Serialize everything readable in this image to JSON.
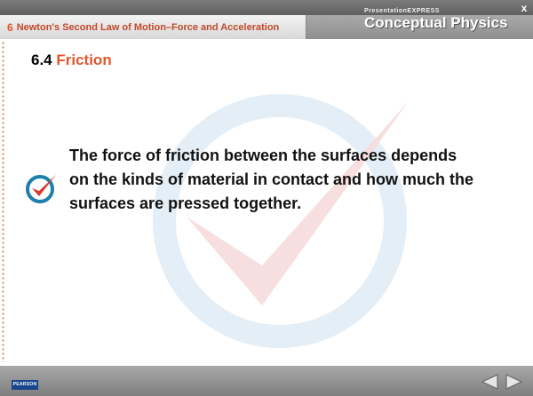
{
  "header": {
    "chapter_number": "6",
    "chapter_title": "Newton's Second Law of Motion–Force and Acceleration",
    "brand_small": "PresentationEXPRESS",
    "brand_big": "Conceptual Physics",
    "close_label": "x"
  },
  "slide": {
    "section_number": "6.4",
    "section_title": "Friction",
    "bullet_text": "The force of friction between the surfaces depends on the kinds of material in contact and how much the surfaces are pressed together."
  },
  "footer": {
    "publisher": "PEARSON"
  },
  "colors": {
    "accent": "#e3562d",
    "check_blue": "#1c7fb0",
    "header_gray": "#9a9a9a"
  },
  "icons": [
    "check-icon",
    "prev-arrow-icon",
    "next-arrow-icon",
    "close-icon"
  ]
}
